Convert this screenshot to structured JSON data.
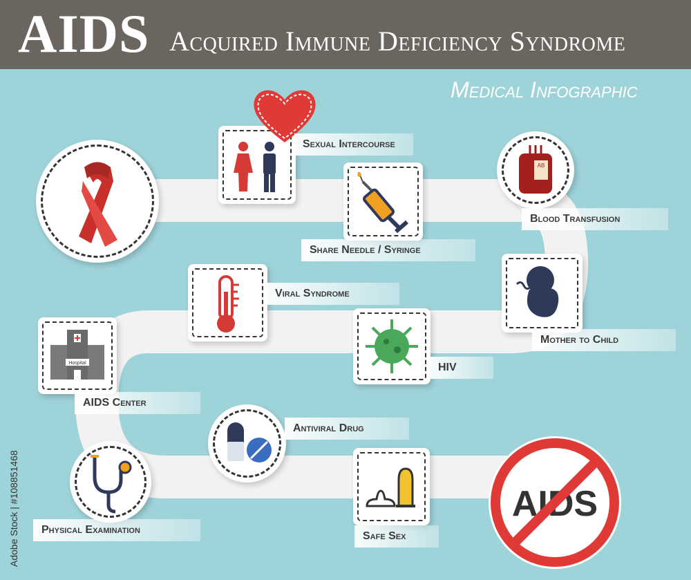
{
  "header": {
    "title": "AIDS",
    "subtitle": "Acquired Immune Deficiency Syndrome",
    "tagline": "Medical Infographic"
  },
  "labels": {
    "sexual_intercourse": "Sexual Intercourse",
    "share_needle": "Share Needle / Syringe",
    "blood_transfusion": "Blood Transfusion",
    "viral_syndrome": "Viral Syndrome",
    "mother_to_child": "Mother to Child",
    "aids_center": "AIDS Center",
    "hiv": "HIV",
    "antiviral_drug": "Antiviral Drug",
    "physical_examination": "Physical Examination",
    "safe_sex": "Safe Sex"
  },
  "icons": {
    "ribbon": "aids-ribbon-icon",
    "heart": "heart-icon",
    "couple": "man-woman-icon",
    "syringe": "syringe-icon",
    "blood_bag": "blood-bag-icon",
    "blood_bag_text": "AB",
    "thermometer": "thermometer-icon",
    "fetus": "fetus-icon",
    "hospital": "hospital-icon",
    "hospital_text": "Hospital",
    "virus": "virus-icon",
    "pills": "pills-icon",
    "stethoscope": "stethoscope-icon",
    "condom": "condom-icon",
    "no_aids": "no-aids-icon",
    "no_aids_text": "AIDS"
  },
  "colors": {
    "background": "#9ed3d9",
    "header": "#6b6560",
    "red": "#d43a36",
    "navy": "#2f3a5a",
    "orange": "#f0a020",
    "green": "#4aa85a",
    "yellow": "#f2c230"
  },
  "watermark": "Adobe Stock | #108851468"
}
